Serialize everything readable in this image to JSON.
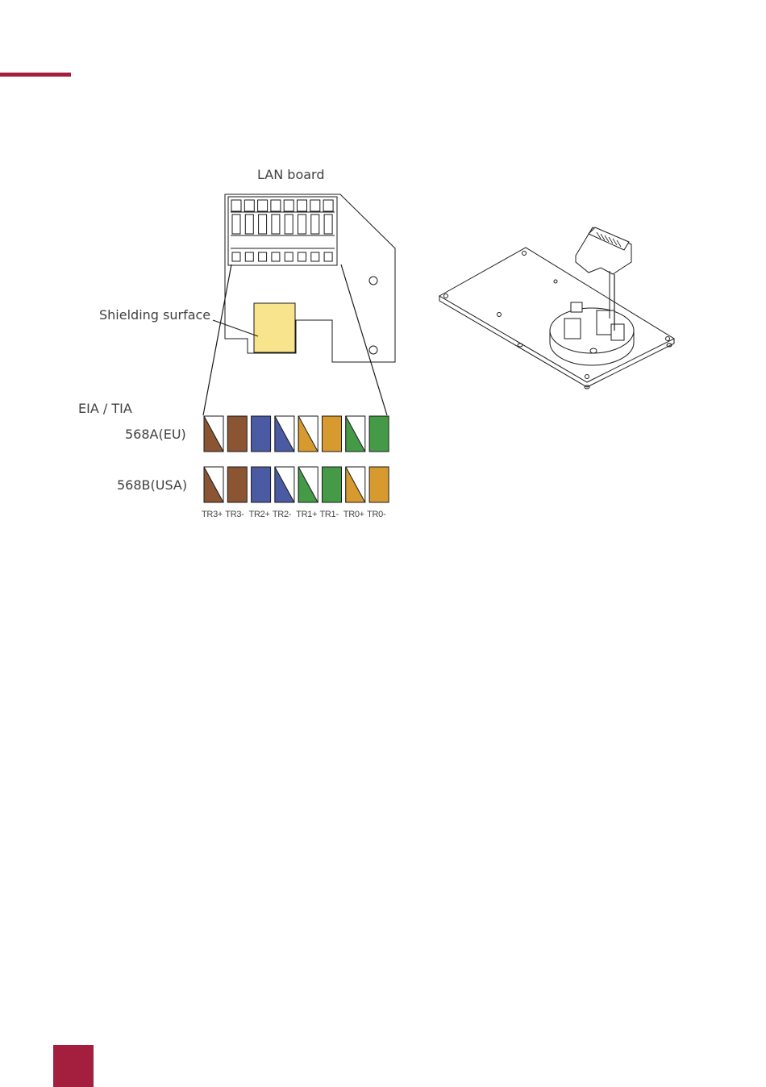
{
  "colors": {
    "accent": "#a41f3d",
    "brown": "#8b5533",
    "blue": "#4a5aa3",
    "orange": "#d79a2e",
    "green": "#449a47",
    "shield": "#f8e48d",
    "line": "#1a1a1a"
  },
  "labels": {
    "lan_board": "LAN board",
    "shielding_surface": "Shielding surface",
    "eia_tia": "EIA / TIA",
    "std_a": "568A(EU)",
    "std_b": "568B(USA)"
  },
  "pin_labels": [
    "TR3+",
    "TR3-",
    "TR2+",
    "TR2-",
    "TR1+",
    "TR1-",
    "TR0+",
    "TR0-"
  ],
  "wiring": {
    "568A": [
      {
        "color": "brown",
        "striped": true
      },
      {
        "color": "brown",
        "striped": false
      },
      {
        "color": "blue",
        "striped": false
      },
      {
        "color": "blue",
        "striped": true
      },
      {
        "color": "orange",
        "striped": true
      },
      {
        "color": "orange",
        "striped": false
      },
      {
        "color": "green",
        "striped": true
      },
      {
        "color": "green",
        "striped": false
      }
    ],
    "568B": [
      {
        "color": "brown",
        "striped": true
      },
      {
        "color": "brown",
        "striped": false
      },
      {
        "color": "blue",
        "striped": false
      },
      {
        "color": "blue",
        "striped": true
      },
      {
        "color": "green",
        "striped": true
      },
      {
        "color": "green",
        "striped": false
      },
      {
        "color": "orange",
        "striped": true
      },
      {
        "color": "orange",
        "striped": false
      }
    ]
  }
}
